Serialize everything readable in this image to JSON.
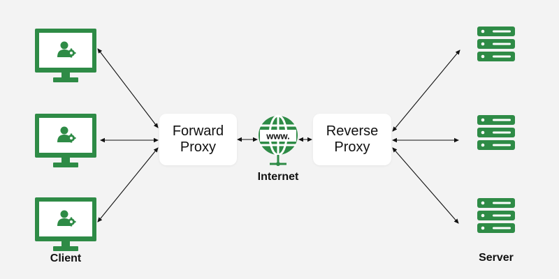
{
  "nodes": {
    "forward_proxy": "Forward\nProxy",
    "reverse_proxy": "Reverse\nProxy",
    "internet_label": "Internet",
    "globe_text": "www.",
    "client_label": "Client",
    "server_label": "Server"
  },
  "colors": {
    "accent": "#2e8b46",
    "background": "#f3f3f3",
    "box": "#ffffff",
    "arrow": "#111111"
  },
  "icons": {
    "client": "monitor-user-gear-icon",
    "server": "server-rack-icon",
    "internet": "globe-www-icon"
  }
}
